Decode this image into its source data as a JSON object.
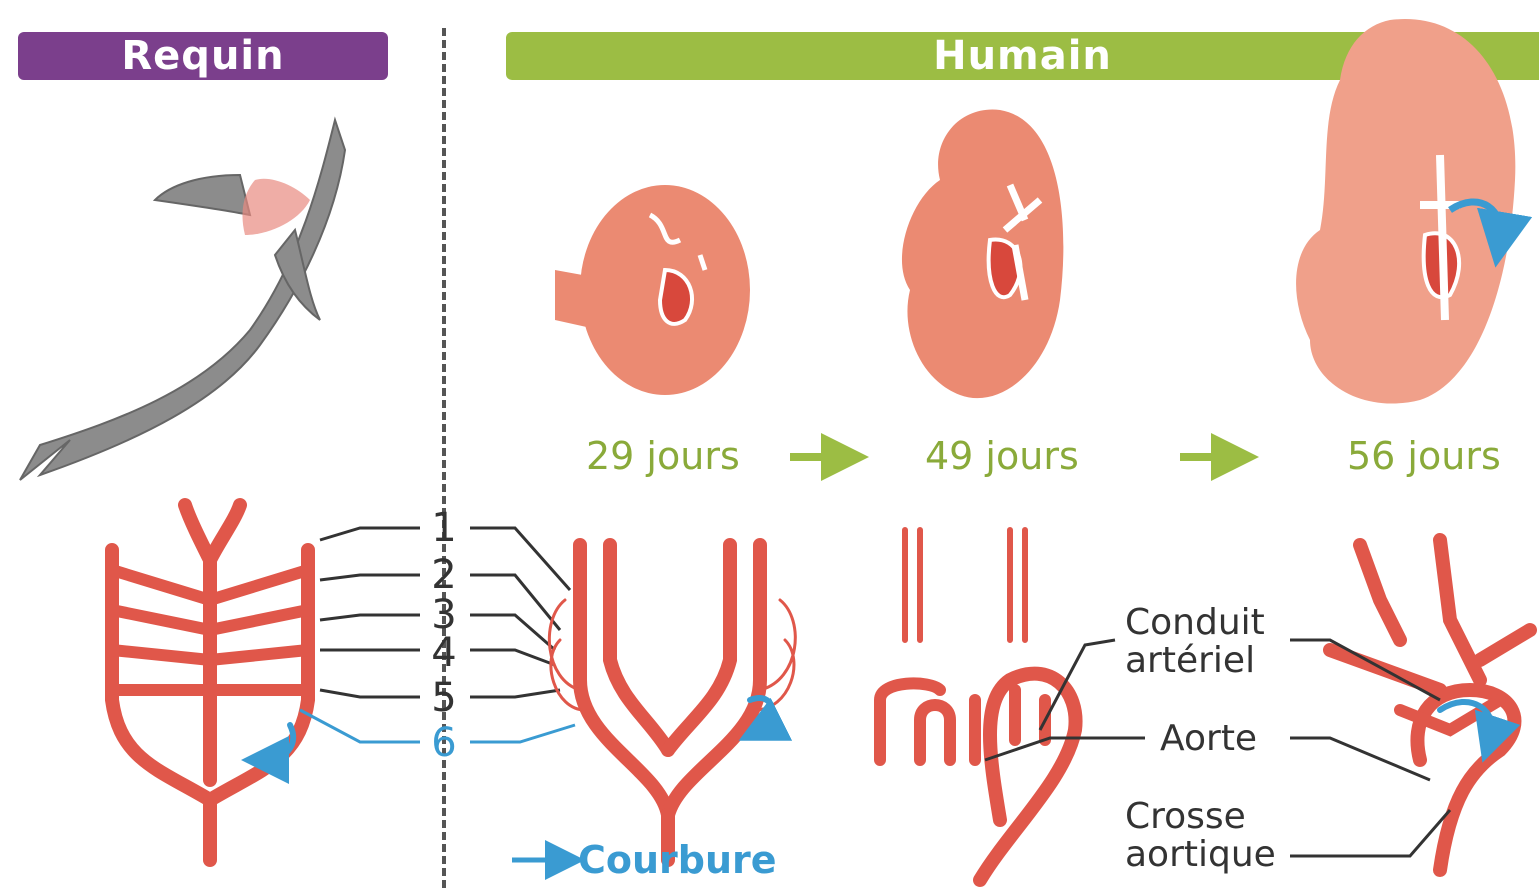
{
  "banners": {
    "shark": "Requin",
    "human": "Humain"
  },
  "stages": [
    {
      "age": "29 jours"
    },
    {
      "age": "49 jours"
    },
    {
      "age": "56 jours"
    }
  ],
  "arch_numbers": [
    "1",
    "2",
    "3",
    "4",
    "5",
    "6"
  ],
  "legend": {
    "curvature": "Courbure"
  },
  "labels": {
    "ductus_line1": "Conduit",
    "ductus_line2": "artériel",
    "aorta": "Aorte",
    "arch_line1": "Crosse",
    "arch_line2": "aortique"
  },
  "colors": {
    "shark_banner": "#7b3f8c",
    "human_banner": "#9cbd44",
    "artery": "#e0574a",
    "embryo": "#eb8a72",
    "curvature_arrow": "#3a9bd2",
    "age_text": "#8aaa3a"
  }
}
